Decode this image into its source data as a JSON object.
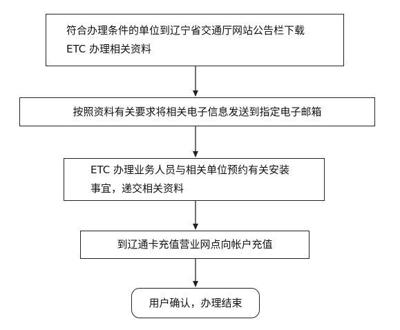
{
  "flowchart": {
    "steps": [
      {
        "text": "符合办理条件的单位到辽宁省交通厅网站公告栏下载 ETC 办理相关资料"
      },
      {
        "text": "按照资料有关要求将相关电子信息发送到指定电子邮箱"
      },
      {
        "text": "ETC 办理业务人员与相关单位预约有关安装事宜，递交相关资料"
      },
      {
        "text": "到辽通卡充值营业网点向帐户充值"
      },
      {
        "text": "用户确认，办理结束"
      }
    ],
    "line_color": "#222222"
  }
}
